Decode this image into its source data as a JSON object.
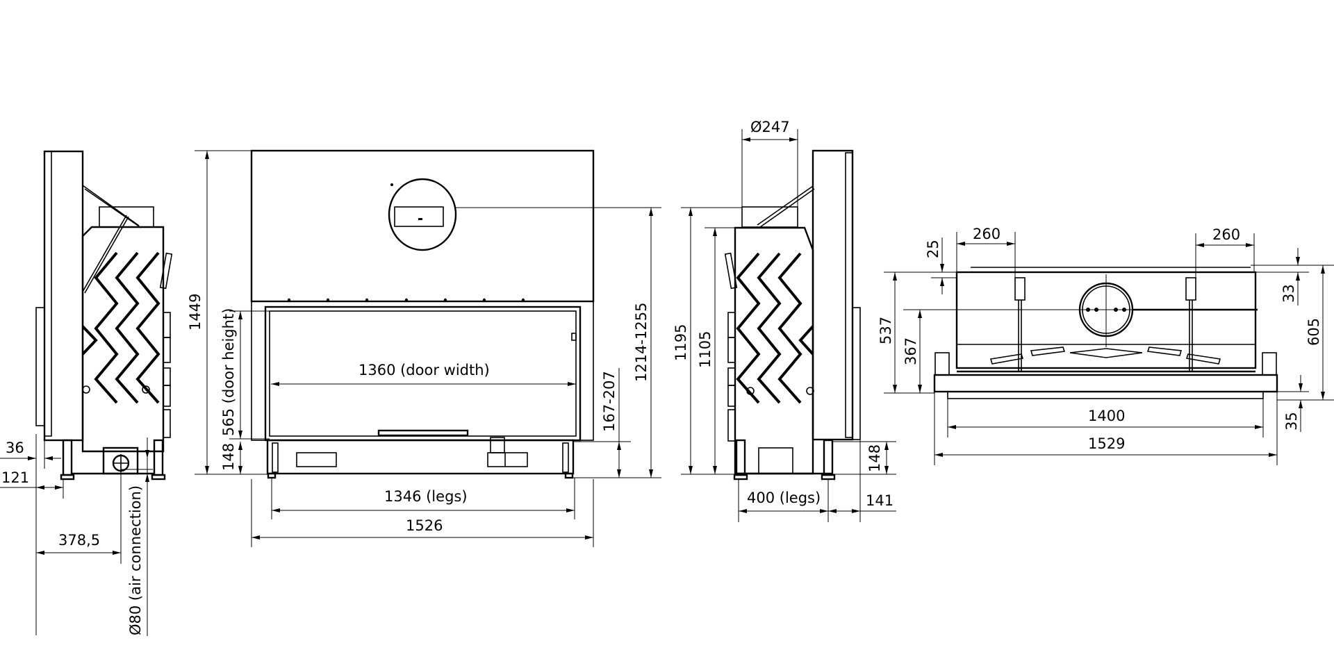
{
  "drawing": {
    "title": "Fireplace insert dimension drawing",
    "units": "mm",
    "views": [
      "left-side-view",
      "front-view",
      "right-side-view",
      "top-view"
    ]
  },
  "left_view": {
    "dims": {
      "d36": "36",
      "d121": "121",
      "d378": "378,5",
      "air": "Ø80 (air connection)"
    }
  },
  "front_view": {
    "dims": {
      "height_total": "1449",
      "door_height": "565 (door height)",
      "base_height": "148",
      "door_width": "1360 (door width)",
      "legs_width": "1346 (legs)",
      "total_width": "1526",
      "range_low": "167-207",
      "range_high": "1214-1255"
    }
  },
  "right_view": {
    "dims": {
      "flue_diameter": "Ø247",
      "h1195": "1195",
      "h1105": "1105",
      "legs_depth": "400 (legs)",
      "d141": "141",
      "base_height": "148"
    }
  },
  "top_view": {
    "dims": {
      "left_260": "260",
      "right_260": "260",
      "d25": "25",
      "d537": "537",
      "d367": "367",
      "d33": "33",
      "d605": "605",
      "d35": "35",
      "d1400": "1400",
      "d1529": "1529"
    }
  }
}
